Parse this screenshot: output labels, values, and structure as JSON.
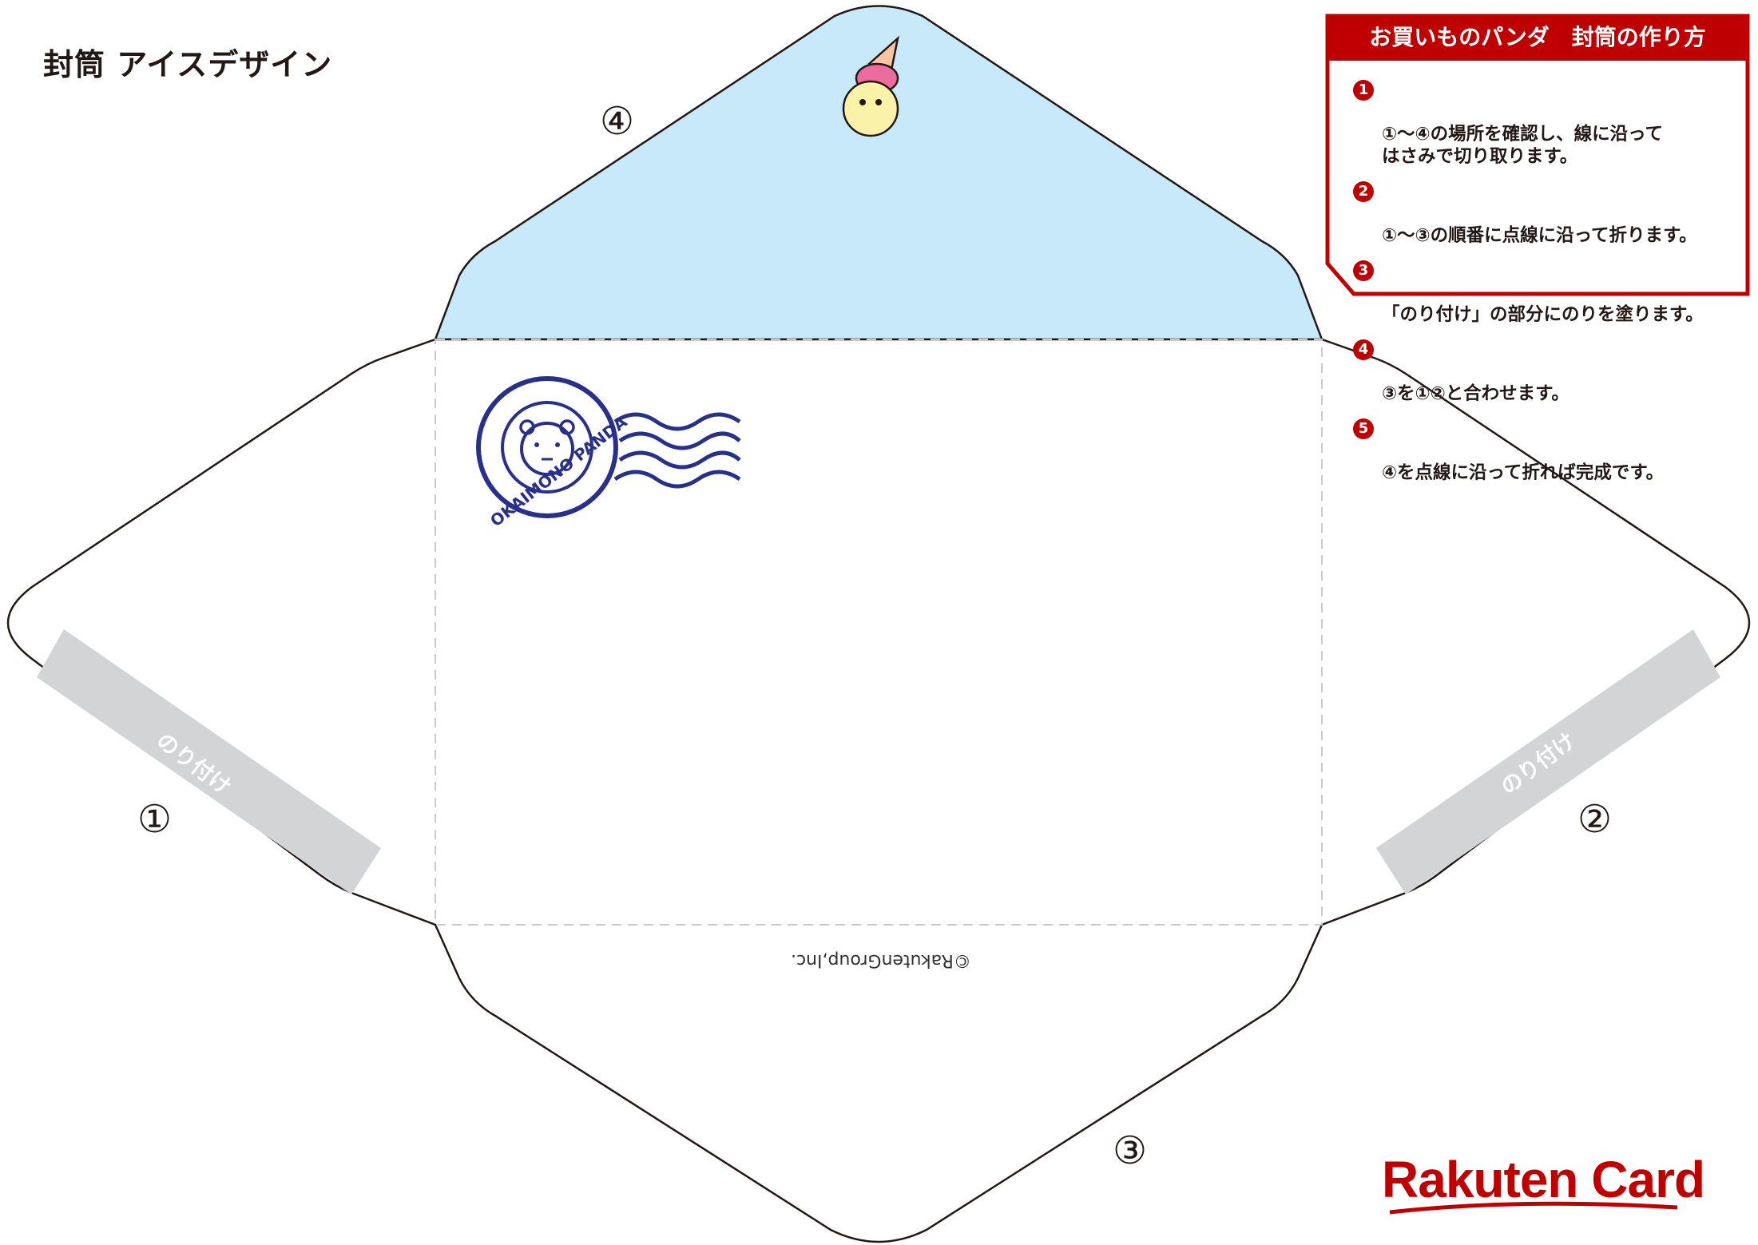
{
  "page": {
    "title": "封筒 アイスデザイン"
  },
  "fold_numbers": {
    "one": "①",
    "two": "②",
    "three": "③",
    "four": "④"
  },
  "glue": {
    "label": "のり付け"
  },
  "stamp": {
    "text": "OKAIMONO PANDA"
  },
  "copyright": "©RakutenGroup,Inc.",
  "instructions": {
    "title": "お買いものパンダ　封筒の作り方",
    "steps": [
      {
        "num": "1",
        "text": "①〜④の場所を確認し、線に沿って\nはさみで切り取ります。"
      },
      {
        "num": "2",
        "text": "①〜③の順番に点線に沿って折ります。"
      },
      {
        "num": "3",
        "text": "「のり付け」の部分にのりを塗ります。"
      },
      {
        "num": "4",
        "text": "③を①②と合わせます。"
      },
      {
        "num": "5",
        "text": "④を点線に沿って折れば完成です。"
      }
    ]
  },
  "brand": "Rakuten Card",
  "colors": {
    "flap": "#c8e9f9",
    "stamp": "#28308a",
    "glue": "#d3d4d5",
    "accent": "#bf0000",
    "outline": "#231815"
  }
}
